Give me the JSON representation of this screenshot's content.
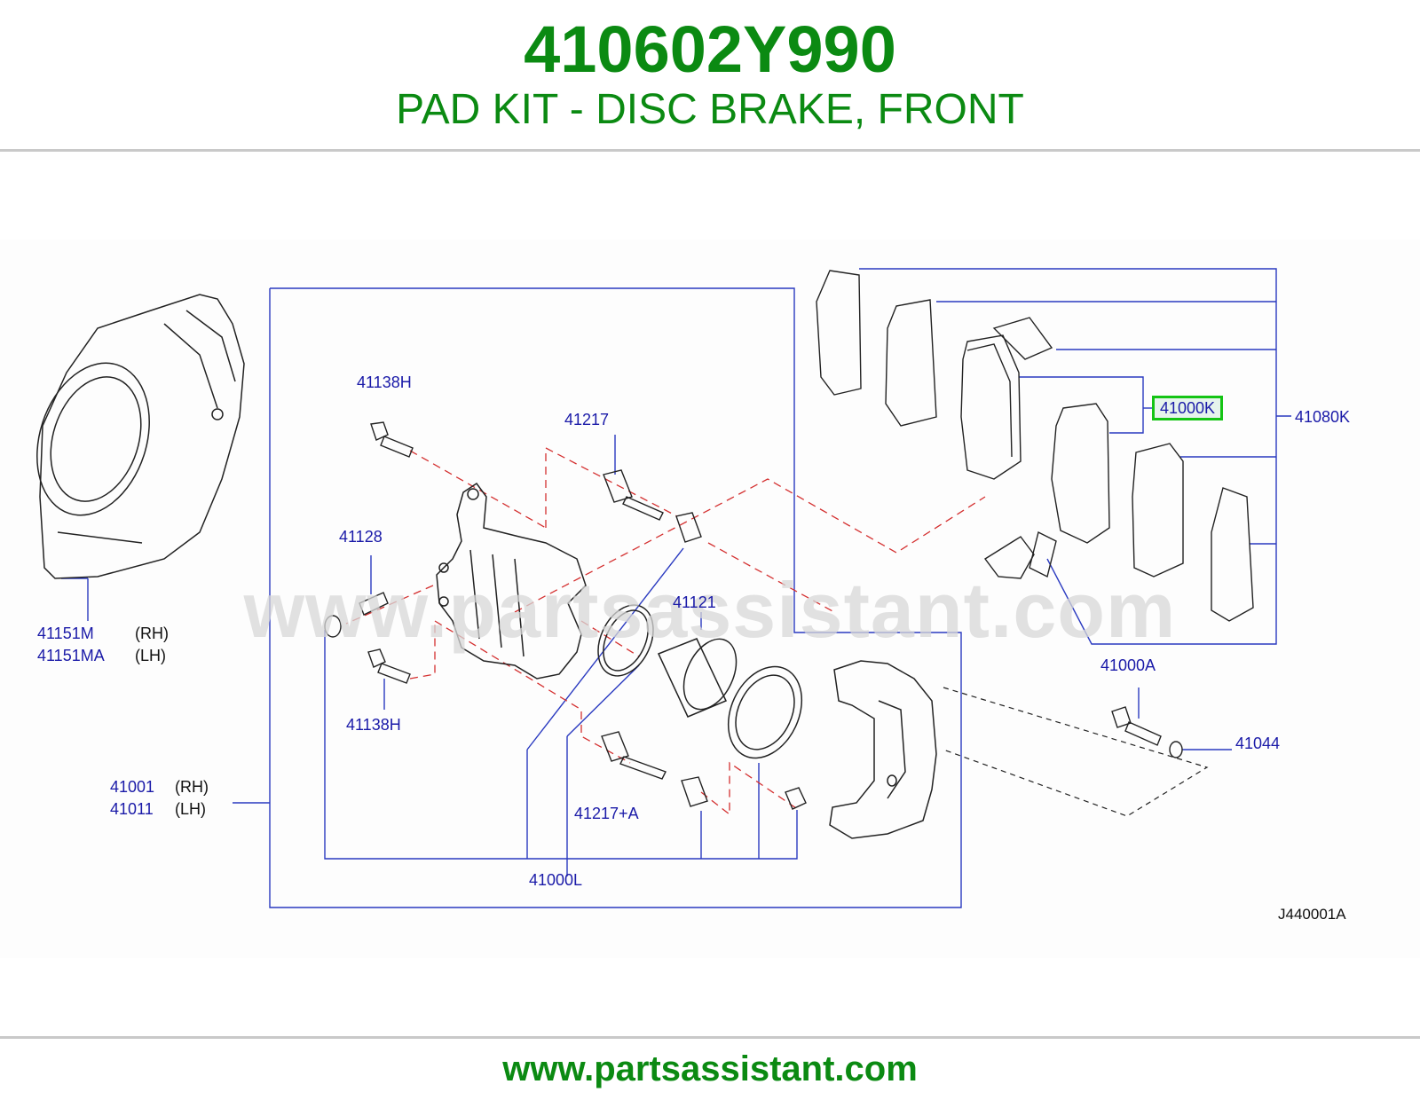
{
  "header": {
    "part_number": "410602Y990",
    "description": "PAD KIT - DISC BRAKE, FRONT"
  },
  "watermark": "www.partsassistant.com",
  "diagram": {
    "callouts": {
      "c41138H_top": "41138H",
      "c41217": "41217",
      "c41128": "41128",
      "c41121": "41121",
      "c41151M": "41151M",
      "c41151M_side": "(RH)",
      "c41151MA": "41151MA",
      "c41151MA_side": "(LH)",
      "c41138H_bottom": "41138H",
      "c41001": "41001",
      "c41001_side": "(RH)",
      "c41011": "41011",
      "c41011_side": "(LH)",
      "c41217A": "41217+A",
      "c41000L": "41000L",
      "c41000K": "41000K",
      "c41080K": "41080K",
      "c41000A": "41000A",
      "c41044": "41044"
    },
    "highlighted_part": "41000K",
    "reference_code": "J440001A"
  },
  "footer": {
    "url": "www.partsassistant.com"
  },
  "colors": {
    "title_green": "#0b8a12",
    "callout_blue": "#1a1aa8",
    "leader_blue": "#2a3ac0",
    "dashed_red": "#d43030",
    "highlight_green": "#14c414"
  }
}
